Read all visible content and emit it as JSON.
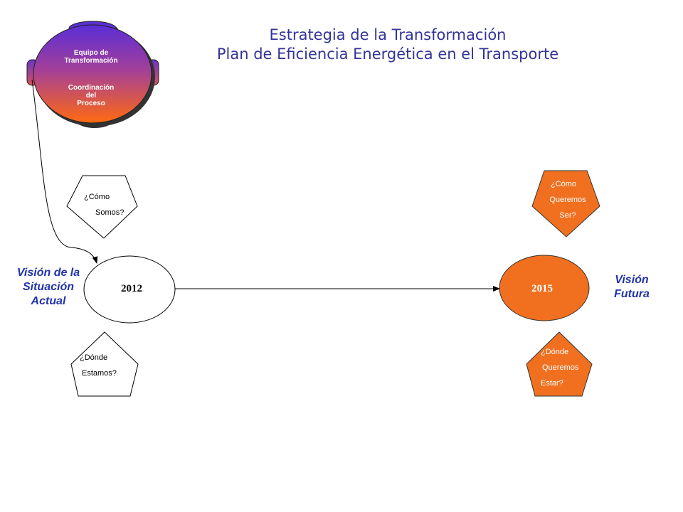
{
  "title": {
    "line1": "Estrategia de la Transformación",
    "line2": "Plan de Eficiencia Energética en el Transporte"
  },
  "team": {
    "line1": "Equipo de",
    "line2": "Transformación",
    "line3": "Coordinación",
    "line4": "del",
    "line5": "Proceso"
  },
  "current": {
    "year": "2012",
    "label_line1": "Visión de la",
    "label_line2": "Situación",
    "label_line3": "Actual",
    "question_top": {
      "line1": "¿Cómo",
      "line2": "Somos?"
    },
    "question_bottom": {
      "line1": "¿Dónde",
      "line2": "Estamos?"
    }
  },
  "future": {
    "year": "2015",
    "label_line1": "Visión",
    "label_line2": "Futura",
    "question_top": {
      "line1": "¿Cómo",
      "line2": "Queremos",
      "line3": "Ser?"
    },
    "question_bottom": {
      "line1": "¿Dónde",
      "line2": "Queremos",
      "line3": "Estar?"
    }
  },
  "colors": {
    "title": "#33339a",
    "labels": "#2233aa",
    "orange": "#f07020",
    "head_top": "#6633cc",
    "head_bottom": "#ff6a10"
  }
}
